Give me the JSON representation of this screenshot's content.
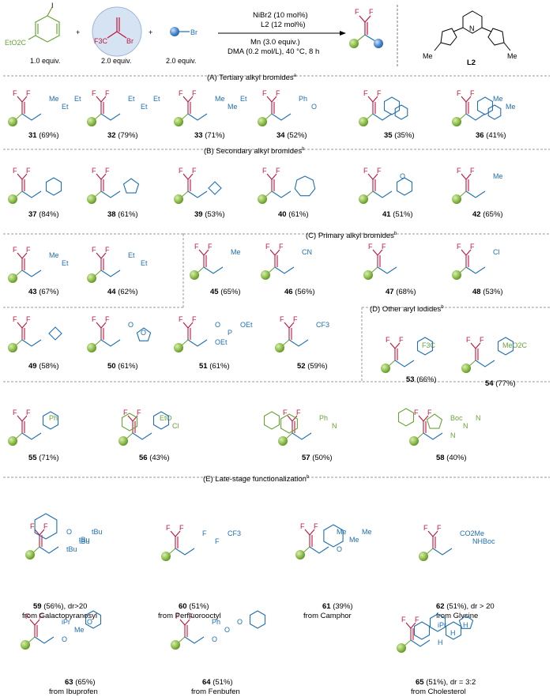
{
  "colors": {
    "alkene": "#c0143c",
    "alkyl": "#1f6fb2",
    "aryl": "#6aa33a",
    "ball_green": "#8fbf4a",
    "ball_blue": "#4b8ad1",
    "divider": "#9a9a9a",
    "highlight": "#d6e3f2"
  },
  "scheme": {
    "aryl_iodide": {
      "substituent": "EtO2C",
      "equiv": "1.0 equiv."
    },
    "alkene_reagent": {
      "f3c": "F3C",
      "br": "Br",
      "equiv": "2.0 equiv."
    },
    "alkyl_bromide": {
      "br": "Br",
      "equiv": "2.0 equiv."
    },
    "plus": "+",
    "conditions": [
      "NiBr2 (10 mol%)",
      "L2 (12 mol%)",
      "Mn (3.0 equiv.)",
      "DMA (0.2 mol/L), 40 °C, 8 h"
    ],
    "ligand": {
      "name": "L2",
      "me": "Me"
    },
    "product_f": "F"
  },
  "sections": {
    "A": "(A) Tertiary alkyl bromides",
    "A_sup": "a",
    "B": "(B) Secondary alkyl bromides",
    "B_sup": "b",
    "C": "(C) Primary alkyl bromides",
    "C_sup": "b",
    "D": "(D) Other aryl iodides",
    "D_sup": "b",
    "E": "(E) Late-stage functionalization",
    "E_sup": "b"
  },
  "compounds": [
    {
      "id": "31",
      "yield": "(69%)",
      "groups": [
        "Me",
        "Et",
        "Et"
      ]
    },
    {
      "id": "32",
      "yield": "(79%)",
      "groups": [
        "Et",
        "Et",
        "Et"
      ]
    },
    {
      "id": "33",
      "yield": "(71%)",
      "groups": [
        "Me",
        "Me",
        "Et"
      ]
    },
    {
      "id": "34",
      "yield": "(52%)",
      "groups": [
        "Ph",
        "O"
      ]
    },
    {
      "id": "35",
      "yield": "(35%)",
      "groups": []
    },
    {
      "id": "36",
      "yield": "(41%)",
      "groups": [
        "Me",
        "Me"
      ]
    },
    {
      "id": "37",
      "yield": "(84%)",
      "groups": []
    },
    {
      "id": "38",
      "yield": "(61%)",
      "groups": []
    },
    {
      "id": "39",
      "yield": "(53%)",
      "groups": []
    },
    {
      "id": "40",
      "yield": "(61%)",
      "groups": []
    },
    {
      "id": "41",
      "yield": "(51%)",
      "groups": [
        "O"
      ]
    },
    {
      "id": "42",
      "yield": "(65%)",
      "groups": [
        "Me"
      ]
    },
    {
      "id": "43",
      "yield": "(67%)",
      "groups": [
        "Me",
        "Et"
      ]
    },
    {
      "id": "44",
      "yield": "(62%)",
      "groups": [
        "Et",
        "Et"
      ]
    },
    {
      "id": "45",
      "yield": "(65%)",
      "groups": [
        "Me"
      ]
    },
    {
      "id": "46",
      "yield": "(56%)",
      "groups": [
        "CN"
      ]
    },
    {
      "id": "47",
      "yield": "(68%)",
      "groups": []
    },
    {
      "id": "48",
      "yield": "(53%)",
      "groups": [
        "Cl"
      ]
    },
    {
      "id": "49",
      "yield": "(58%)",
      "groups": []
    },
    {
      "id": "50",
      "yield": "(61%)",
      "groups": [
        "O",
        "O"
      ]
    },
    {
      "id": "51",
      "yield": "(61%)",
      "groups": [
        "O",
        "P",
        "OEt",
        "OEt"
      ]
    },
    {
      "id": "52",
      "yield": "(59%)",
      "groups": [
        "CF3"
      ]
    },
    {
      "id": "53",
      "yield": "(66%)",
      "groups": [
        "F3C"
      ]
    },
    {
      "id": "54",
      "yield": "(77%)",
      "groups": [
        "MeO2C"
      ]
    },
    {
      "id": "55",
      "yield": "(71%)",
      "groups": [
        "Ph"
      ]
    },
    {
      "id": "56",
      "yield": "(43%)",
      "groups": [
        "EtO",
        "Cl"
      ]
    },
    {
      "id": "57",
      "yield": "(50%)",
      "groups": [
        "Ph",
        "N"
      ]
    },
    {
      "id": "58",
      "yield": "(40%)",
      "groups": [
        "Boc",
        "N",
        "N",
        "N"
      ]
    },
    {
      "id": "59",
      "yield": "(56%), dr>20",
      "source": "from Galactopyranosyl",
      "groups": [
        "O",
        "tBu",
        "tBu",
        "tBu",
        "tBu"
      ]
    },
    {
      "id": "60",
      "yield": "(51%)",
      "source": "from Perfluorooctyl",
      "groups": [
        "F",
        "F",
        "CF3"
      ]
    },
    {
      "id": "61",
      "yield": "(39%)",
      "source": "from Camphor",
      "groups": [
        "Me",
        "Me",
        "Me",
        "O"
      ]
    },
    {
      "id": "62",
      "yield": "(51%), dr > 20",
      "source": "from Glycine",
      "groups": [
        "CO2Me",
        "NHBoc"
      ]
    },
    {
      "id": "63",
      "yield": "(65%)",
      "source": "from Ibuprofen",
      "groups": [
        "iPr",
        "Me",
        "O",
        "O"
      ]
    },
    {
      "id": "64",
      "yield": "(51%)",
      "source": "from Fenbufen",
      "groups": [
        "Ph",
        "O",
        "O",
        "O"
      ]
    },
    {
      "id": "65",
      "yield": "(51%), dr = 3:2",
      "source": "from Cholesterol",
      "groups": [
        "iPr",
        "H",
        "H",
        "H"
      ]
    }
  ]
}
